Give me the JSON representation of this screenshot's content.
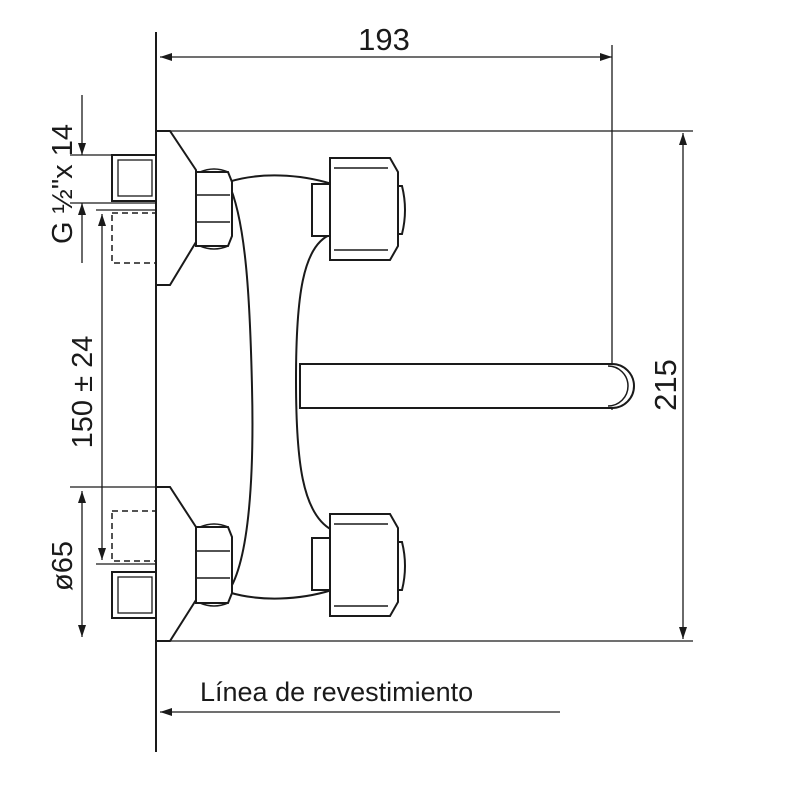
{
  "diagram": {
    "dimensions": {
      "width": "193",
      "height": "215",
      "center_distance": "150 ± 24",
      "thread": "G ½\"x 14",
      "flange_diameter": "ø65"
    },
    "wall_label": "Línea de revestimiento"
  }
}
